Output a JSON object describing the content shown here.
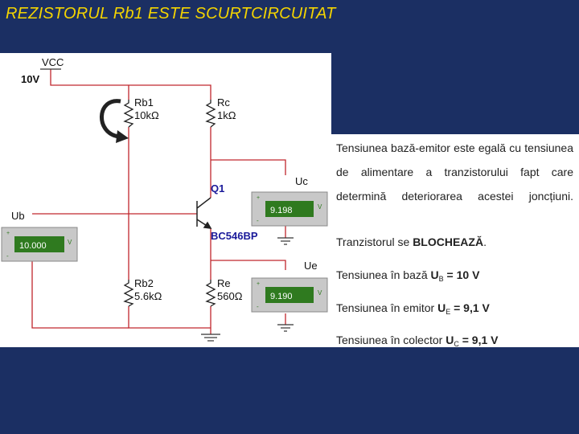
{
  "slide": {
    "title": "REZISTORUL Rb1 ESTE SCURTCIRCUITAT",
    "colors": {
      "background": "#1b2f63",
      "title": "#f4d400",
      "wire": "#c0272d",
      "meter_display": "#2f7a1f"
    }
  },
  "circuit": {
    "vcc_label": "VCC",
    "vcc_value": "10V",
    "rb1_name": "Rb1",
    "rb1_value": "10kΩ",
    "rc_name": "Rc",
    "rc_value": "1kΩ",
    "q1_name": "Q1",
    "q1_model": "BC546BP",
    "rb2_name": "Rb2",
    "rb2_value": "5.6kΩ",
    "re_name": "Re",
    "re_value": "560Ω",
    "meters": [
      {
        "label": "Ub",
        "reading": "10.000",
        "unit": "V"
      },
      {
        "label": "Uc",
        "reading": "9.198",
        "unit": "V"
      },
      {
        "label": "Ue",
        "reading": "9.190",
        "unit": "V"
      }
    ]
  },
  "explanation": {
    "paragraph": "Tensiunea bază-emitor este egală cu tensiunea de alimentare a tranzistorului fapt care determină deteriorarea acestei joncțiuni.",
    "block_prefix": "Tranzistorul se ",
    "block_word": "BLOCHEAZĂ",
    "block_suffix": ".",
    "ub_prefix": "Tensiunea în bază ",
    "ub_symbol": "U",
    "ub_sub": "B",
    "ub_value": " = 10 V",
    "ue_prefix": "Tensiunea în emitor ",
    "ue_symbol": "U",
    "ue_sub": "E",
    "ue_value": " = 9,1 V",
    "uc_prefix": "Tensiunea în colector ",
    "uc_symbol": "U",
    "uc_sub": "C",
    "uc_value": " = 9,1 V"
  }
}
